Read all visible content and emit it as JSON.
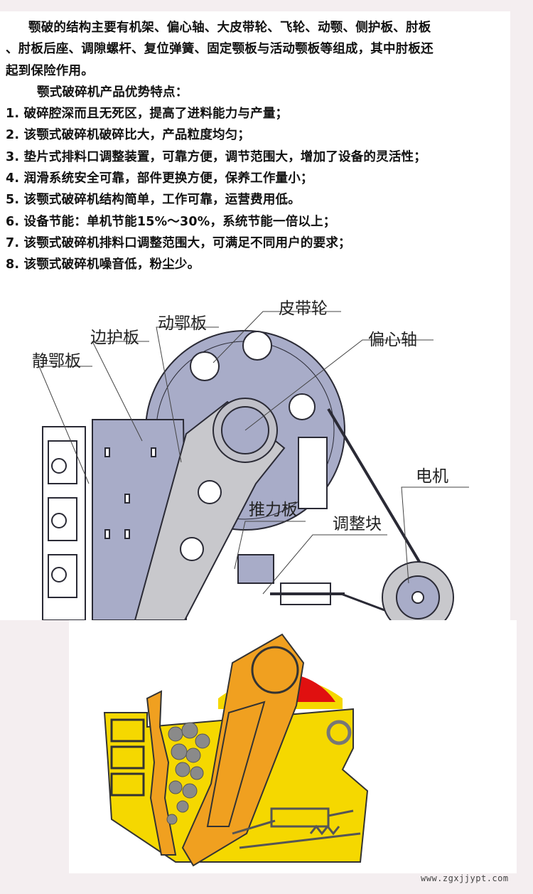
{
  "intro": {
    "paragraph_line1": "颚破的结构主要有机架、偏心轴、大皮带轮、飞轮、动颚、侧护板、肘板",
    "paragraph_line2": "、肘板后座、调隙螺杆、复位弹簧、固定颚板与活动颚板等组成，其中肘板还",
    "paragraph_line3": "起到保险作用。",
    "features_heading": "颚式破碎机产品优势特点：",
    "features": [
      "1. 破碎腔深而且无死区，提高了进料能力与产量；",
      "2. 该颚式破碎机破碎比大，产品粒度均匀；",
      "3. 垫片式排料口调整装置，可靠方便，调节范围大，增加了设备的灵活性；",
      "4. 润滑系统安全可靠，部件更换方便，保养工作量小；",
      "5. 该颚式破碎机结构简单，工作可靠，运营费用低。",
      "6. 设备节能：单机节能15%～30%，系统节能一倍以上；",
      "7. 该颚式破碎机排料口调整范围大，可满足不同用户的要求；",
      "8. 该颚式破碎机噪音低，粉尘少。"
    ]
  },
  "diagram": {
    "labels": {
      "pulley": "皮带轮",
      "movable_jaw": "动鄂板",
      "side_guard": "边护板",
      "fixed_jaw": "静鄂板",
      "eccentric_shaft": "偏心轴",
      "motor": "电机",
      "toggle_plate": "推力板",
      "adjust_block": "调整块"
    },
    "colors": {
      "body": "#a8acc8",
      "line": "#2a2a35"
    }
  },
  "illustration": {
    "colors": {
      "frame": "#f5d800",
      "jaw": "#f0a020",
      "flywheel": "#e01010",
      "rock": "#8a8a8a"
    }
  },
  "watermark": "www.zgxjjypt.com"
}
